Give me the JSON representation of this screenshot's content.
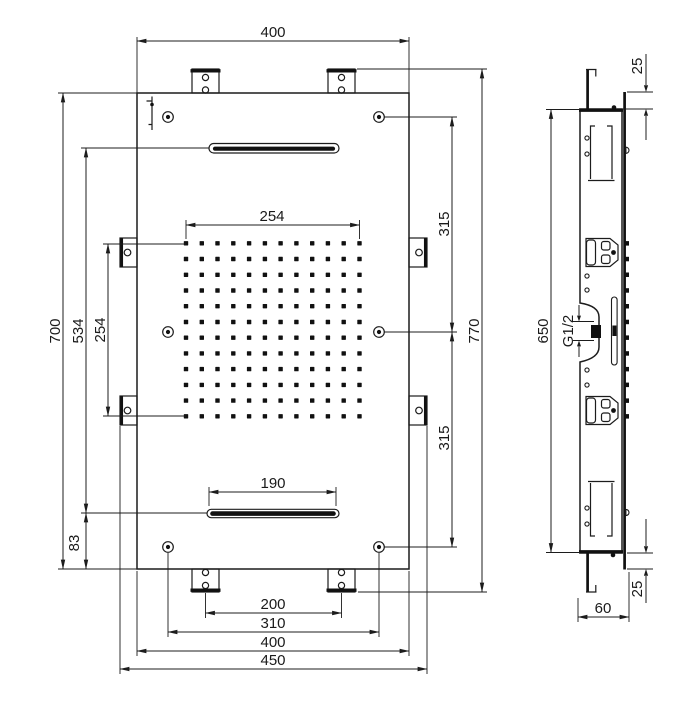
{
  "drawing": {
    "front": {
      "dim_top_width": "400",
      "dim_panel_height": "700",
      "dim_slot_spacing": "534",
      "dim_bottom_offset": "83",
      "dim_grid_height": "254",
      "dim_grid_width": "254",
      "dim_slot_width": "190",
      "dim_screw_spacing_upper": "315",
      "dim_screw_spacing_lower": "315",
      "dim_overall_height": "770",
      "dim_bracket_spacing": "200",
      "dim_screw_spacing_horiz": "310",
      "dim_bottom_width": "400",
      "dim_overall_width": "450"
    },
    "side": {
      "dim_body_height": "650",
      "dim_inlet_thread": "G1/2",
      "dim_flange_top": "25",
      "dim_flange_bottom": "25",
      "dim_depth": "60"
    }
  }
}
